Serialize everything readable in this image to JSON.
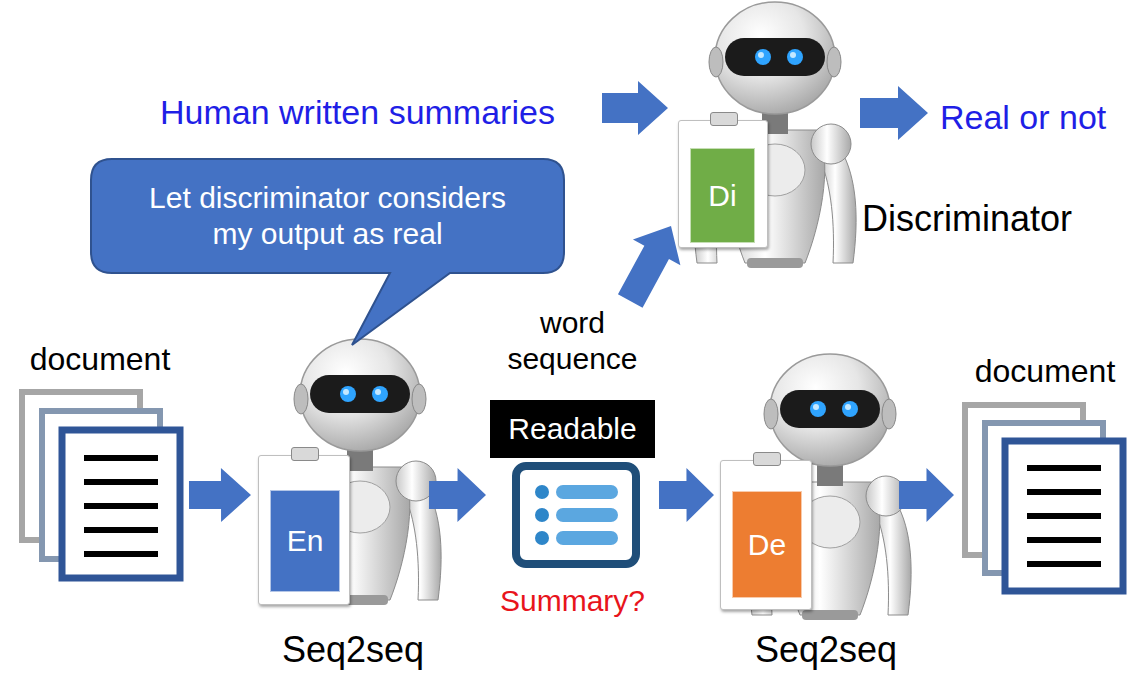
{
  "diagram": {
    "nodes": [
      {
        "text": [
          "Di",
          "Discriminator"
        ]
      },
      {
        "text": [
          "Let discriminator considers my output as real"
        ]
      },
      {
        "text": [
          "document"
        ]
      },
      {
        "text": [
          "En",
          "Seq2seq"
        ]
      },
      {
        "text": [
          "word sequence",
          "Readable",
          "Summary?"
        ]
      },
      {
        "text": [
          "De",
          "Seq2seq"
        ]
      },
      {
        "text": [
          "document"
        ]
      }
    ],
    "edges": [
      {
        "from": 2,
        "to": 3,
        "arrow": "to"
      },
      {
        "from": 3,
        "to": 4,
        "arrow": "to"
      },
      {
        "from": 4,
        "to": 5,
        "arrow": "to"
      },
      {
        "from": 5,
        "to": 6,
        "arrow": "to"
      },
      {
        "from": 4,
        "to": 0,
        "arrow": "to"
      }
    ],
    "labels": [
      "Human written summaries",
      "Real or not"
    ]
  }
}
